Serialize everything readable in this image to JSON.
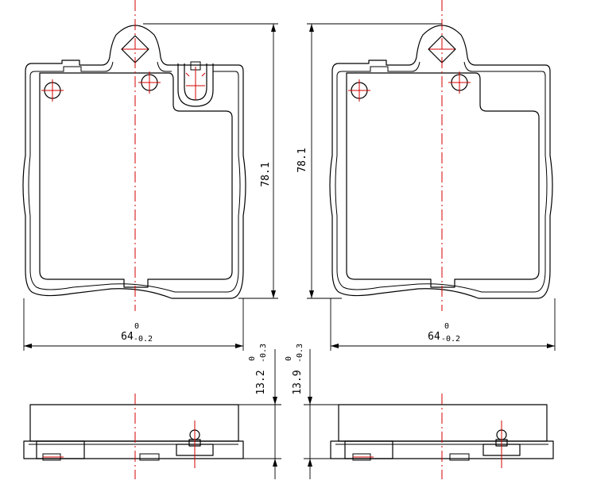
{
  "colors": {
    "outline": "#000000",
    "centerline": "#d40000",
    "background": "#ffffff"
  },
  "dimensions": {
    "left_height": "78.1",
    "right_height": "78.1",
    "left_width_nominal": "64",
    "left_width_upper": "0",
    "left_width_lower": "-0.2",
    "right_width_nominal": "64",
    "right_width_upper": "0",
    "right_width_lower": "-0.2",
    "left_thickness_nominal": "13.2",
    "left_thickness_upper": "0",
    "left_thickness_lower": "-0.3",
    "right_thickness_nominal": "13.9",
    "right_thickness_upper": "0",
    "right_thickness_lower": "-0.3"
  }
}
